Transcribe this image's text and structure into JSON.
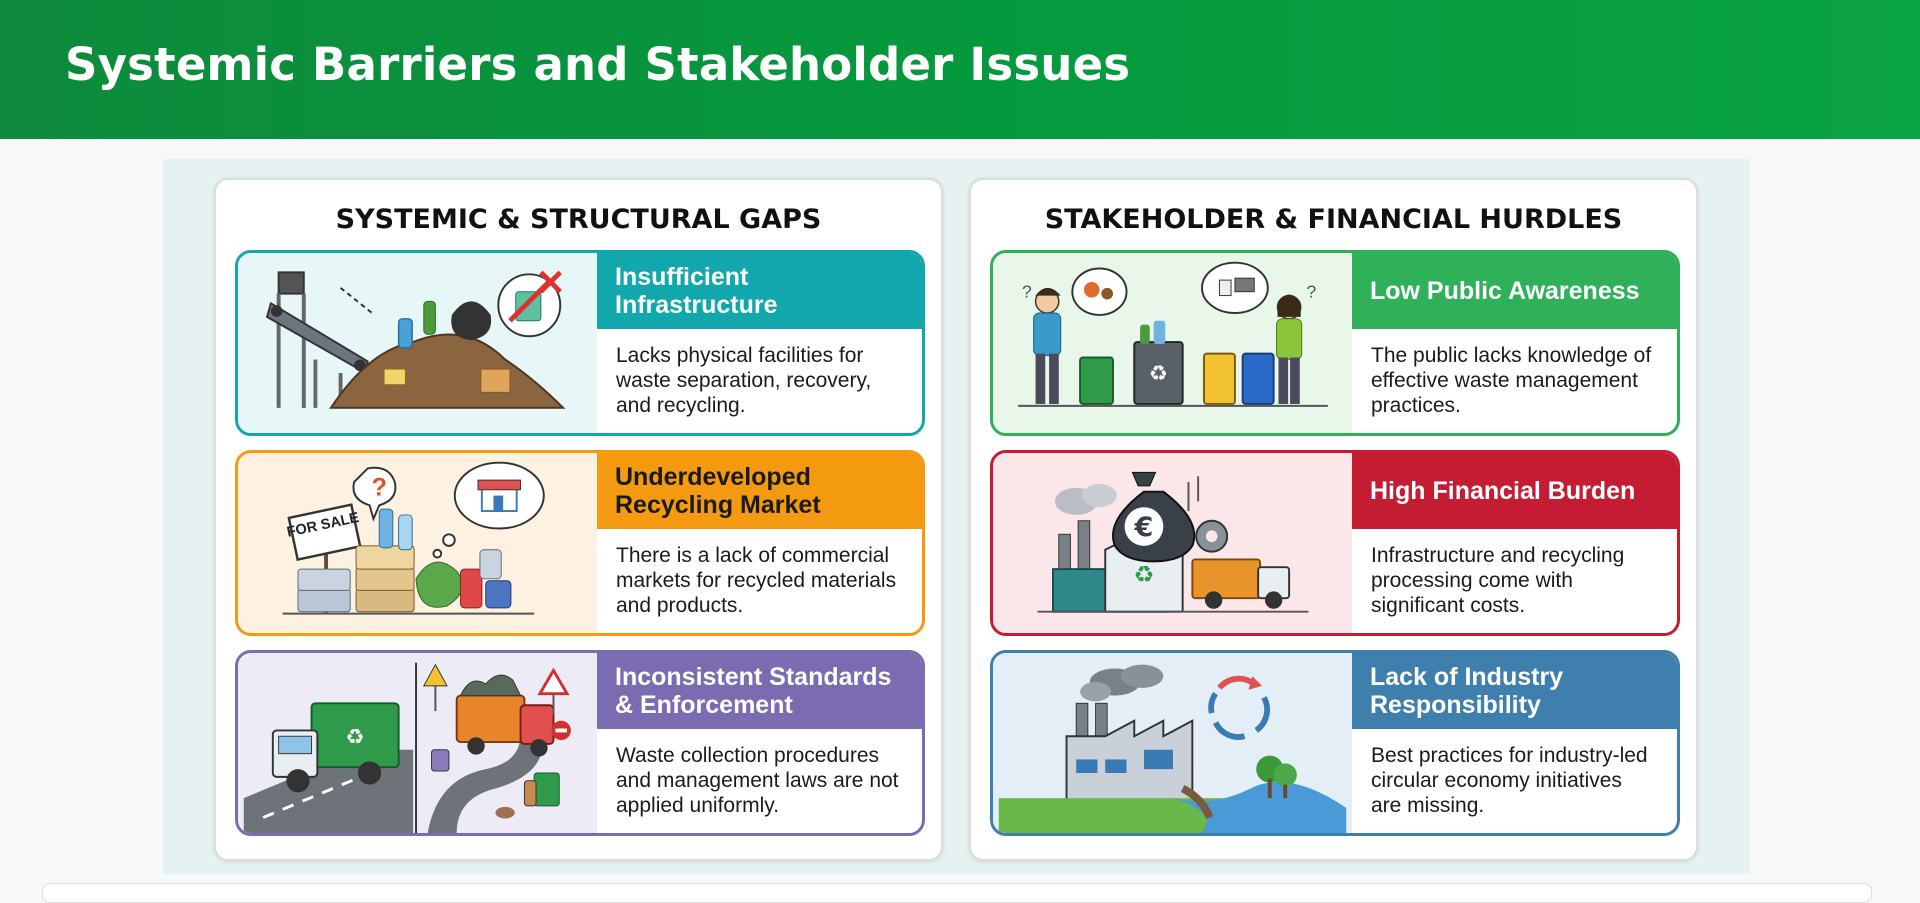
{
  "header": {
    "title": "Systemic Barriers and Stakeholder Issues"
  },
  "colors": {
    "header_green": "#049a3d",
    "teal": "#12a7ad",
    "orange": "#f39a10",
    "purple": "#7b6bb0",
    "green": "#2fb15a",
    "red": "#c41d33",
    "blue": "#3f7fae"
  },
  "left_panel": {
    "title": "SYSTEMIC & STRUCTURAL GAPS",
    "cards": [
      {
        "title": "Insufficient Infrastructure",
        "description": "Lacks physical facilities for waste separation, recovery, and recycling.",
        "icon": "conveyor-landfill-icon"
      },
      {
        "title": "Underdeveloped Recycling Market",
        "description": "There is a lack of commercial markets for recycled materials and products.",
        "icon": "for-sale-bales-icon",
        "sign_text": "FOR SALE"
      },
      {
        "title": "Inconsistent Standards & Enforcement",
        "description": "Waste collection procedures and management laws are not applied uniformly.",
        "icon": "garbage-trucks-icon"
      }
    ]
  },
  "right_panel": {
    "title": "STAKEHOLDER & FINANCIAL HURDLES",
    "cards": [
      {
        "title": "Low Public Awareness",
        "description": "The public lacks knowledge of effective waste management practices.",
        "icon": "people-recycling-bins-icon"
      },
      {
        "title": "High Financial Burden",
        "description": "Infrastructure and recycling processing come with significant costs.",
        "icon": "money-bag-factory-icon",
        "symbol": "€"
      },
      {
        "title": "Lack of Industry Responsibility",
        "description": "Best practices for industry-led circular economy initiatives are missing.",
        "icon": "polluting-factory-icon"
      }
    ]
  }
}
